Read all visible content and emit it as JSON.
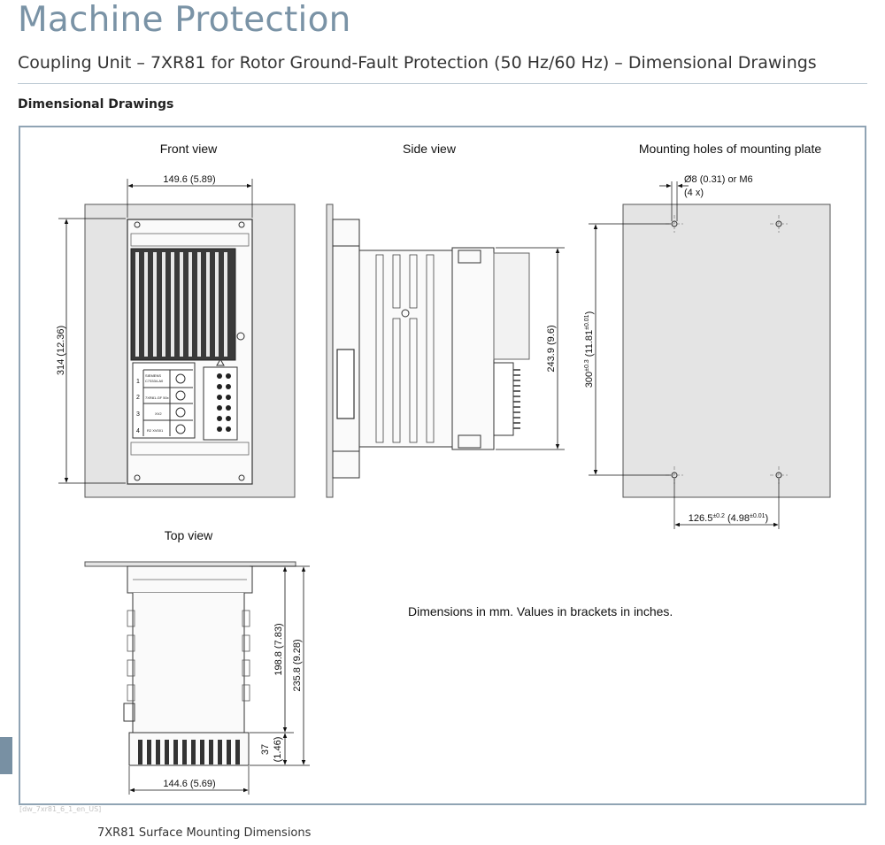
{
  "header": {
    "title": "Machine Protection",
    "subtitle": "Coupling Unit – 7XR81 for Rotor Ground-Fault Protection (50 Hz/60 Hz) – Dimensional Drawings"
  },
  "section_title": "Dimensional Drawings",
  "views": {
    "front": "Front view",
    "side": "Side view",
    "holes": "Mounting holes of mounting plate",
    "top": "Top view"
  },
  "dimensions": {
    "front_width": "149.6 (5.89)",
    "front_height": "314 (12.36)",
    "side_height": "243.9 (9.6)",
    "hole_dia": "Ø8 (0.31) or M6",
    "hole_count": "(4 x)",
    "hole_vert_a": "300",
    "hole_vert_tol": "±0.3",
    "hole_vert_b": " (11.81",
    "hole_vert_tol2": "±0.01",
    "hole_vert_c": ")",
    "hole_horiz_a": "126.5",
    "hole_horiz_tol": "±0.2",
    "hole_horiz_b": " (4.98",
    "hole_horiz_tol2": "±0.01",
    "hole_horiz_c": ")",
    "top_depth1": "198.8 (7.83)",
    "top_depth2": "235.8 (9.28)",
    "top_small_a": "37",
    "top_small_b": "(1.46)",
    "top_width": "144.6 (5.69)"
  },
  "terminal_labels": {
    "row1": "1",
    "row2": "2",
    "row3": "3",
    "row4": "4",
    "xv2": "XV2",
    "xv1": "R2 XV001",
    "brand": "SIEMENS",
    "model": "C73334-A0",
    "type": "7XR81-GF 50x"
  },
  "note": "Dimensions in mm. Values in brackets in inches.",
  "image_ref": "[dw_7xr81_6_1_en_US]",
  "caption": "7XR81 Surface Mounting Dimensions"
}
